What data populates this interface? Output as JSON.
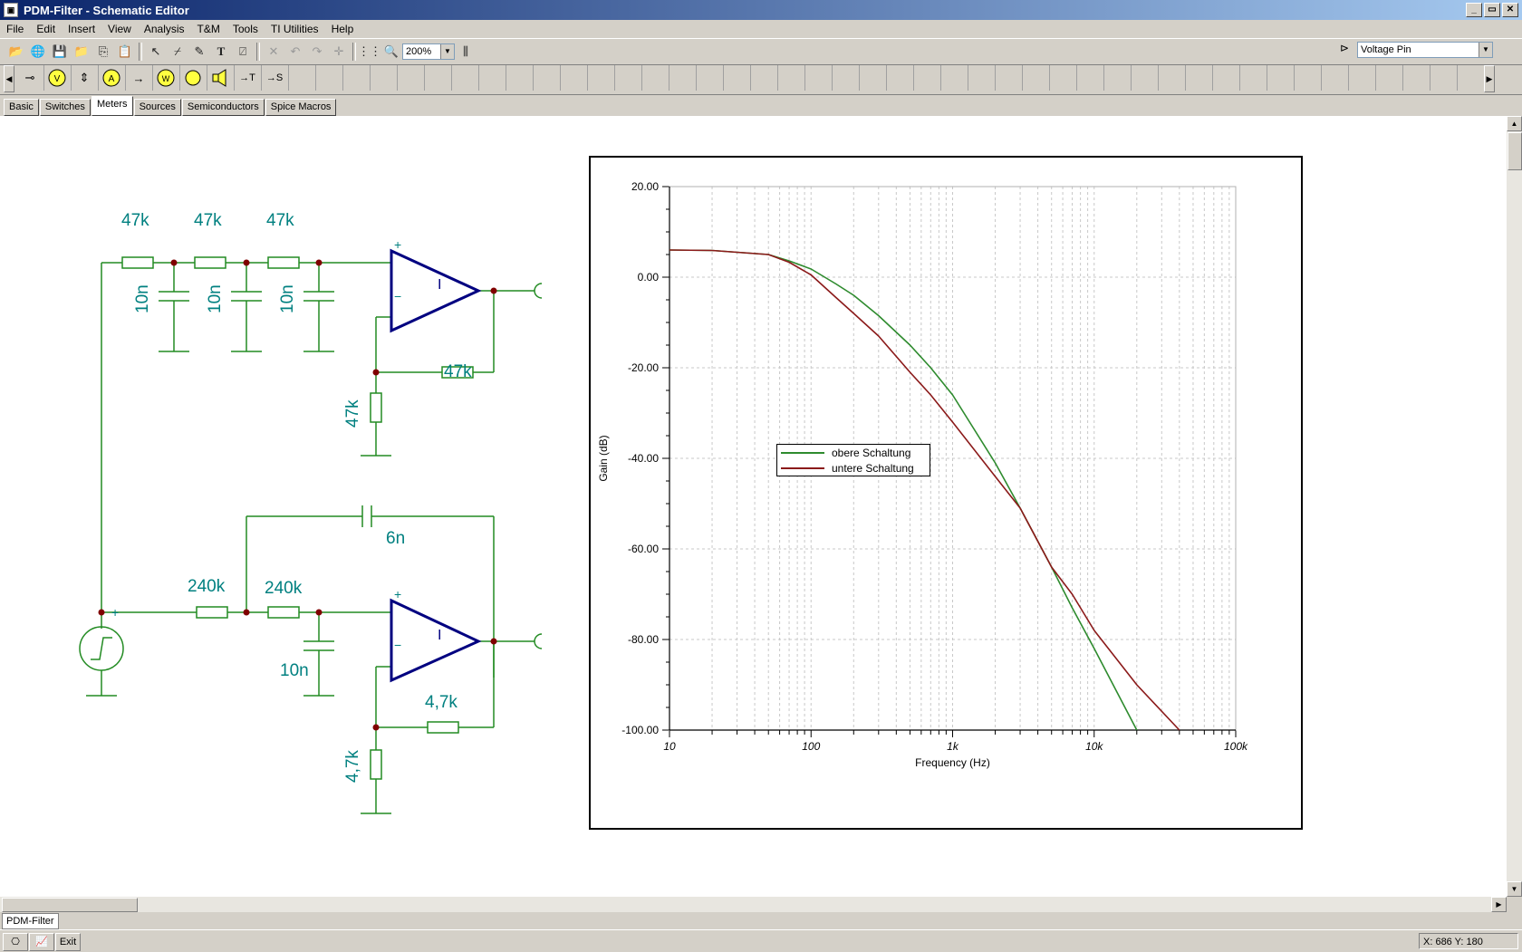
{
  "window": {
    "title": "PDM-Filter - Schematic Editor",
    "min": "_",
    "max": "▭",
    "close": "✕"
  },
  "menu": [
    "File",
    "Edit",
    "Insert",
    "View",
    "Analysis",
    "T&M",
    "Tools",
    "TI Utilities",
    "Help"
  ],
  "toolbar": {
    "zoom_value": "200%",
    "component_select": "Voltage Pin"
  },
  "palette_tabs": [
    "Basic",
    "Switches",
    "Meters",
    "Sources",
    "Semiconductors",
    "Spice Macros"
  ],
  "active_tab": "Meters",
  "palette_items": [
    "→T",
    "→S"
  ],
  "schematic": {
    "top": {
      "r1": "47k",
      "r2": "47k",
      "r3": "47k",
      "c1": "10n",
      "c2": "10n",
      "c3": "10n",
      "rf": "47k",
      "rg": "47k",
      "opamp": "I"
    },
    "bottom": {
      "r1": "240k",
      "r2": "240k",
      "c_fb": "6n",
      "c_gnd": "10n",
      "rf": "4,7k",
      "rg": "4,7k",
      "opamp": "I"
    },
    "source_plus": "+",
    "pin_plus": "+",
    "pin_minus": "−"
  },
  "chart_data": {
    "type": "line",
    "xlabel": "Frequency (Hz)",
    "ylabel": "Gain (dB)",
    "x_scale": "log",
    "xlim": [
      10,
      100000
    ],
    "ylim": [
      -100,
      20
    ],
    "x_ticks": [
      "10",
      "100",
      "1k",
      "10k",
      "100k"
    ],
    "y_ticks": [
      "20.00",
      "0.00",
      "-20.00",
      "-40.00",
      "-60.00",
      "-80.00",
      "-100.00"
    ],
    "grid": true,
    "legend_position": "center-left",
    "x": [
      10,
      20,
      50,
      70,
      100,
      150,
      200,
      300,
      500,
      700,
      1000,
      2000,
      3000,
      5000,
      7000,
      10000,
      20000,
      40000
    ],
    "series": [
      {
        "name": "obere Schaltung",
        "color": "#2e8b2e",
        "values": [
          6,
          5.9,
          5,
          3.6,
          1.8,
          -1.5,
          -4,
          -8.5,
          -15,
          -20,
          -26,
          -41,
          -51,
          -64,
          -73,
          -82,
          -100,
          null
        ]
      },
      {
        "name": "untere Schaltung",
        "color": "#8b1a1a",
        "values": [
          6,
          5.9,
          5,
          3.3,
          0.5,
          -4.5,
          -8,
          -13,
          -21,
          -26,
          -32,
          -44,
          -51,
          -64,
          -70,
          -78,
          -90,
          -100
        ]
      }
    ]
  },
  "doc_tab": "PDM-Filter",
  "statusbar": {
    "exit": "Exit",
    "coords": "X: 686  Y: 180"
  }
}
